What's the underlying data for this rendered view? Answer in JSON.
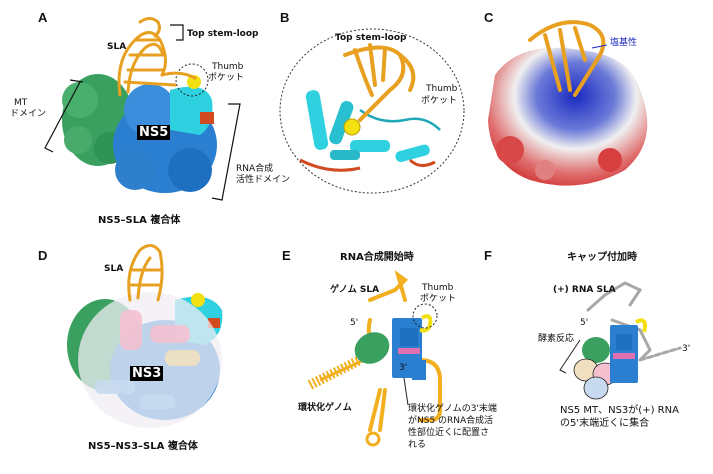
{
  "panels": {
    "a": {
      "letter": "A",
      "sla": "SLA",
      "top_stem_loop": "Top stem-loop",
      "thumb_pocket_1": "Thumb",
      "thumb_pocket_2": "ポケット",
      "mt_domain_1": "MT",
      "mt_domain_2": "ドメイン",
      "ns5": "NS5",
      "rna_domain_1": "RNA合成",
      "rna_domain_2": "活性ドメイン",
      "caption": "NS5–SLA 複合体"
    },
    "b": {
      "letter": "B",
      "top_stem_loop": "Top stem-loop",
      "thumb_pocket_1": "Thumb",
      "thumb_pocket_2": "ポケット"
    },
    "c": {
      "letter": "C",
      "basic": "塩基性"
    },
    "d": {
      "letter": "D",
      "sla": "SLA",
      "ns3": "NS3",
      "caption": "NS5–NS3–SLA 複合体"
    },
    "e": {
      "letter": "E",
      "title": "RNA合成開始時",
      "genome_sla": "ゲノム SLA",
      "thumb_pocket_1": "Thumb",
      "thumb_pocket_2": "ポケット",
      "five_prime": "5'",
      "three_prime": "3'",
      "circular_genome": "環状化ゲノム",
      "note_1": "環状化ゲノムの3'末端",
      "note_2": "がNS5 のRNA合成活",
      "note_3": "性部位近くに配置さ",
      "note_4": "れる"
    },
    "f": {
      "letter": "F",
      "title": "キャップ付加時",
      "plus_rna_sla": "(+) RNA SLA",
      "five_prime": "5'",
      "three_prime": "3'",
      "enzyme_reaction": "酵素反応",
      "note_1": "NS5 MT、NS3が(+) RNA",
      "note_2": "の5'末端近くに集合"
    }
  },
  "colors": {
    "rna_orange": "#e8a020",
    "mt_green": "#3aa060",
    "rdrp_blue": "#2a7fd0",
    "thumb_cyan": "#2fd0e0",
    "pocket_yellow": "#f2e010",
    "motif_red": "#d24a20",
    "ns3_pink": "#f4c0d0",
    "basic_blue": "#2030c0",
    "acid_red": "#e04040"
  }
}
